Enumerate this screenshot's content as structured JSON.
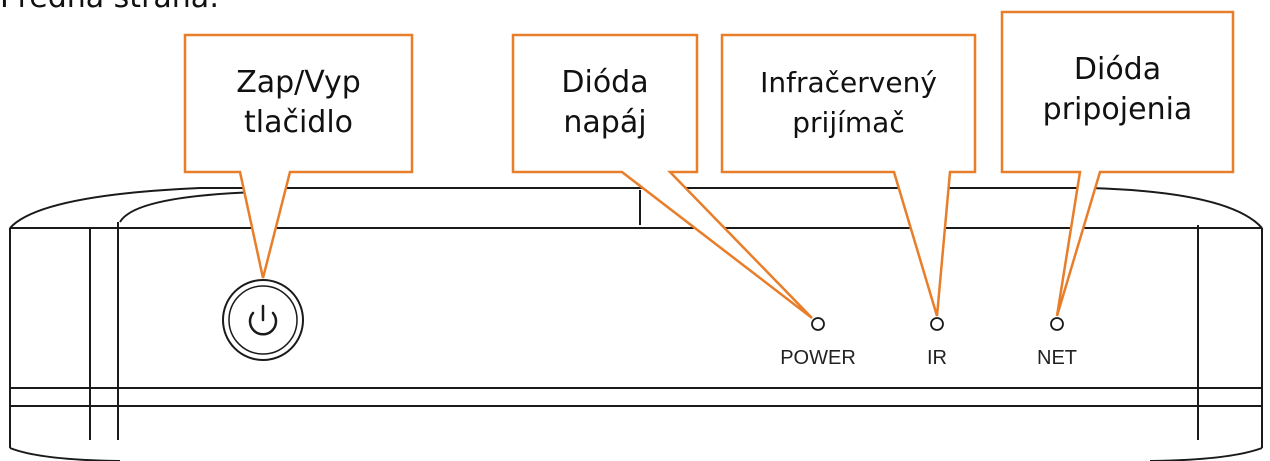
{
  "page": {
    "title": "Predná strana:"
  },
  "colors": {
    "callout_border": "#E87E2A",
    "outline": "#1a1a1a",
    "text": "#111111"
  },
  "callouts": [
    {
      "id": "power-button",
      "lines": [
        "Zap/Vyp",
        "tlačidlo"
      ]
    },
    {
      "id": "power-led",
      "lines": [
        "Dióda",
        "napáj"
      ]
    },
    {
      "id": "ir-receiver",
      "lines": [
        "Infračervený",
        "prijímač"
      ]
    },
    {
      "id": "net-led",
      "lines": [
        "Dióda",
        "pripojenia"
      ]
    }
  ],
  "device": {
    "button_icon": "power-icon",
    "indicators": [
      {
        "id": "power",
        "label": "POWER"
      },
      {
        "id": "ir",
        "label": "IR"
      },
      {
        "id": "net",
        "label": "NET"
      }
    ]
  }
}
